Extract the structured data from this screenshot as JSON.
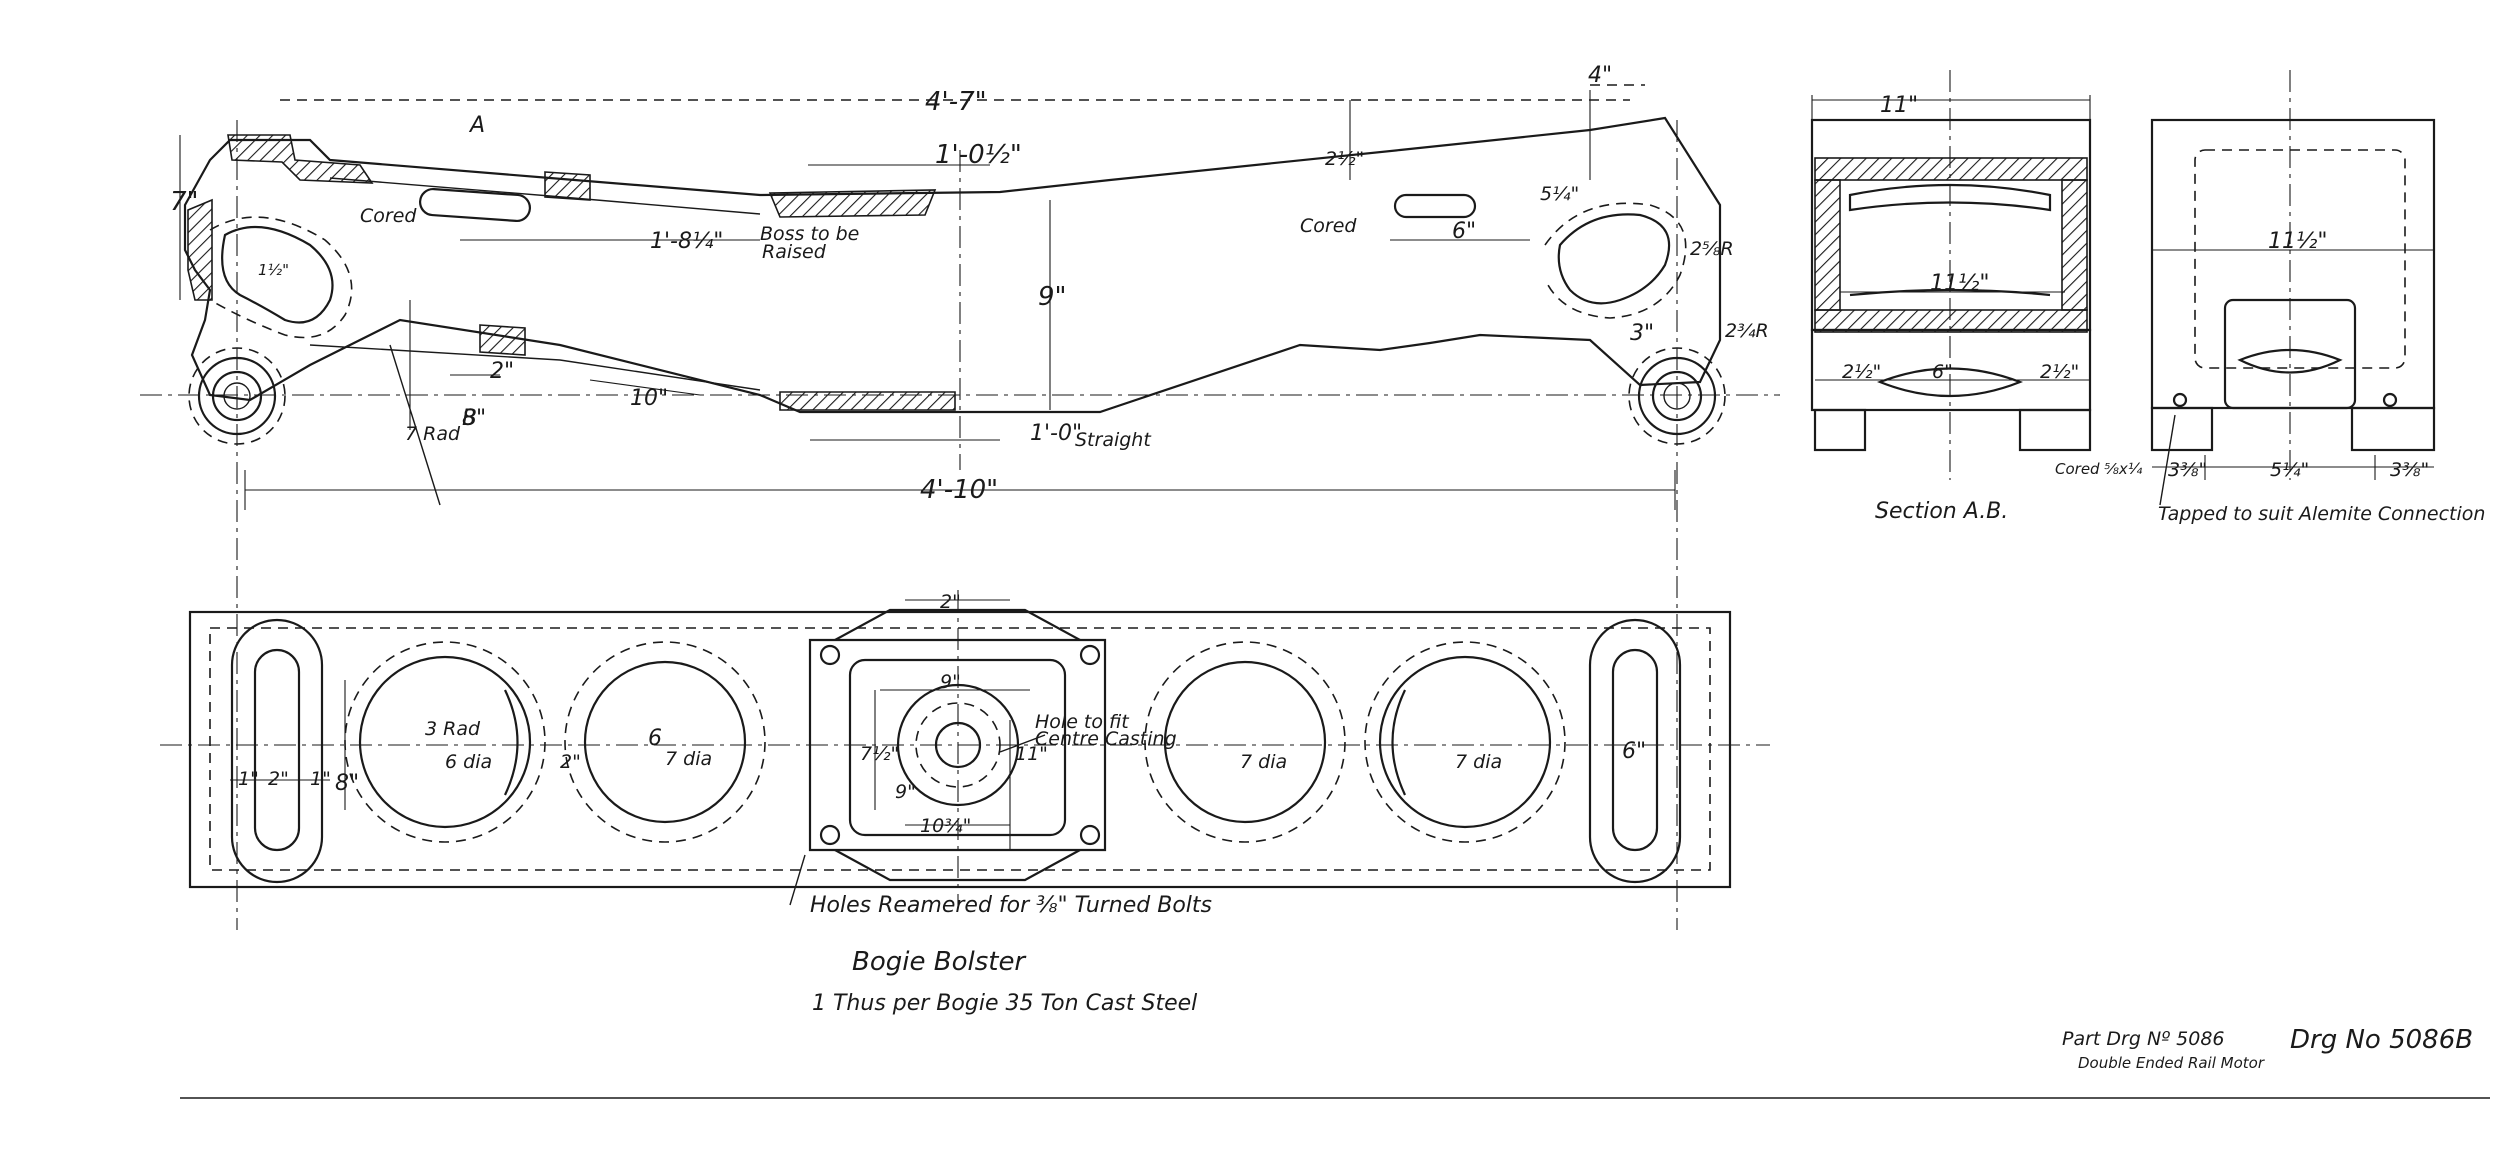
{
  "elevation": {
    "dims": {
      "overall_top": "4'-7\"",
      "overall_bottom": "4'-10\"",
      "top_right": "4\"",
      "height_left": "7\"",
      "top_pad": "1'-0½\"",
      "left_pad": "1'-8¼\"",
      "bottom_straight_value": "1'-0\"",
      "bottom_straight_word": "Straight",
      "center_height": "9\"",
      "left_low_8": "8\"",
      "left_low_2": "2\"",
      "left_low_10": "10\"",
      "rise_left": "2½\"",
      "rise_right": "5¼\"",
      "cored_len": "6\"",
      "lug_3": "3\"",
      "lug_1": "1½\"",
      "radius_left": "7 Rad",
      "rad_2_8": "2⅝R",
      "rad_2_right": "2¾R"
    },
    "labels": {
      "cored_left": "Cored",
      "cored_right": "Cored",
      "boss_1": "Boss to be",
      "boss_2": "Raised",
      "section_mark_a": "A",
      "section_mark_b": "B"
    }
  },
  "section_ab": {
    "dims": {
      "width_top": "11\"",
      "width_inner": "11½\"",
      "bot_left": "2½\"",
      "bot_mid": "6\"",
      "bot_right": "2½\""
    },
    "caption": "Section A.B."
  },
  "end_view": {
    "dims": {
      "width": "11½\"",
      "left": "3⅜\"",
      "mid": "5¼\"",
      "right": "3⅜\""
    },
    "cored_note": "Cored ⅝x¼",
    "tapped_note": "Tapped to suit Alemite Connection"
  },
  "plan": {
    "dims": {
      "slot_1a": "1\"",
      "slot_2": "2\"",
      "slot_1b": "1\"",
      "slot_8": "8\"",
      "rad_3": "3 Rad",
      "dia_6": "6 dia",
      "gap_2": "2\"",
      "dia_7a": "7 dia",
      "dim_6": "6",
      "pad_2": "2\"",
      "pad_9": "9\"",
      "pad_9v": "9\"",
      "pad_7": "7½\"",
      "pad_10": "10¾\"",
      "pad_11": "11\"",
      "dia_7b": "7 dia",
      "dia_7c": "7 dia",
      "right_6": "6\""
    },
    "notes": {
      "hole_note_1": "Hole to fit",
      "hole_note_2": "Centre Casting",
      "holes_reamered": "Holes Reamered for ⅜\" Turned Bolts"
    }
  },
  "title_block": {
    "title": "Bogie Bolster",
    "subtitle": "1 Thus per Bogie 35 Ton Cast Steel",
    "part_drg": "Part Drg Nº 5086",
    "project": "Double Ended Rail Motor",
    "drawing_no": "Drg No 5086B"
  },
  "colors": {
    "ink": "#1a1a1a",
    "paper": "#ffffff"
  }
}
